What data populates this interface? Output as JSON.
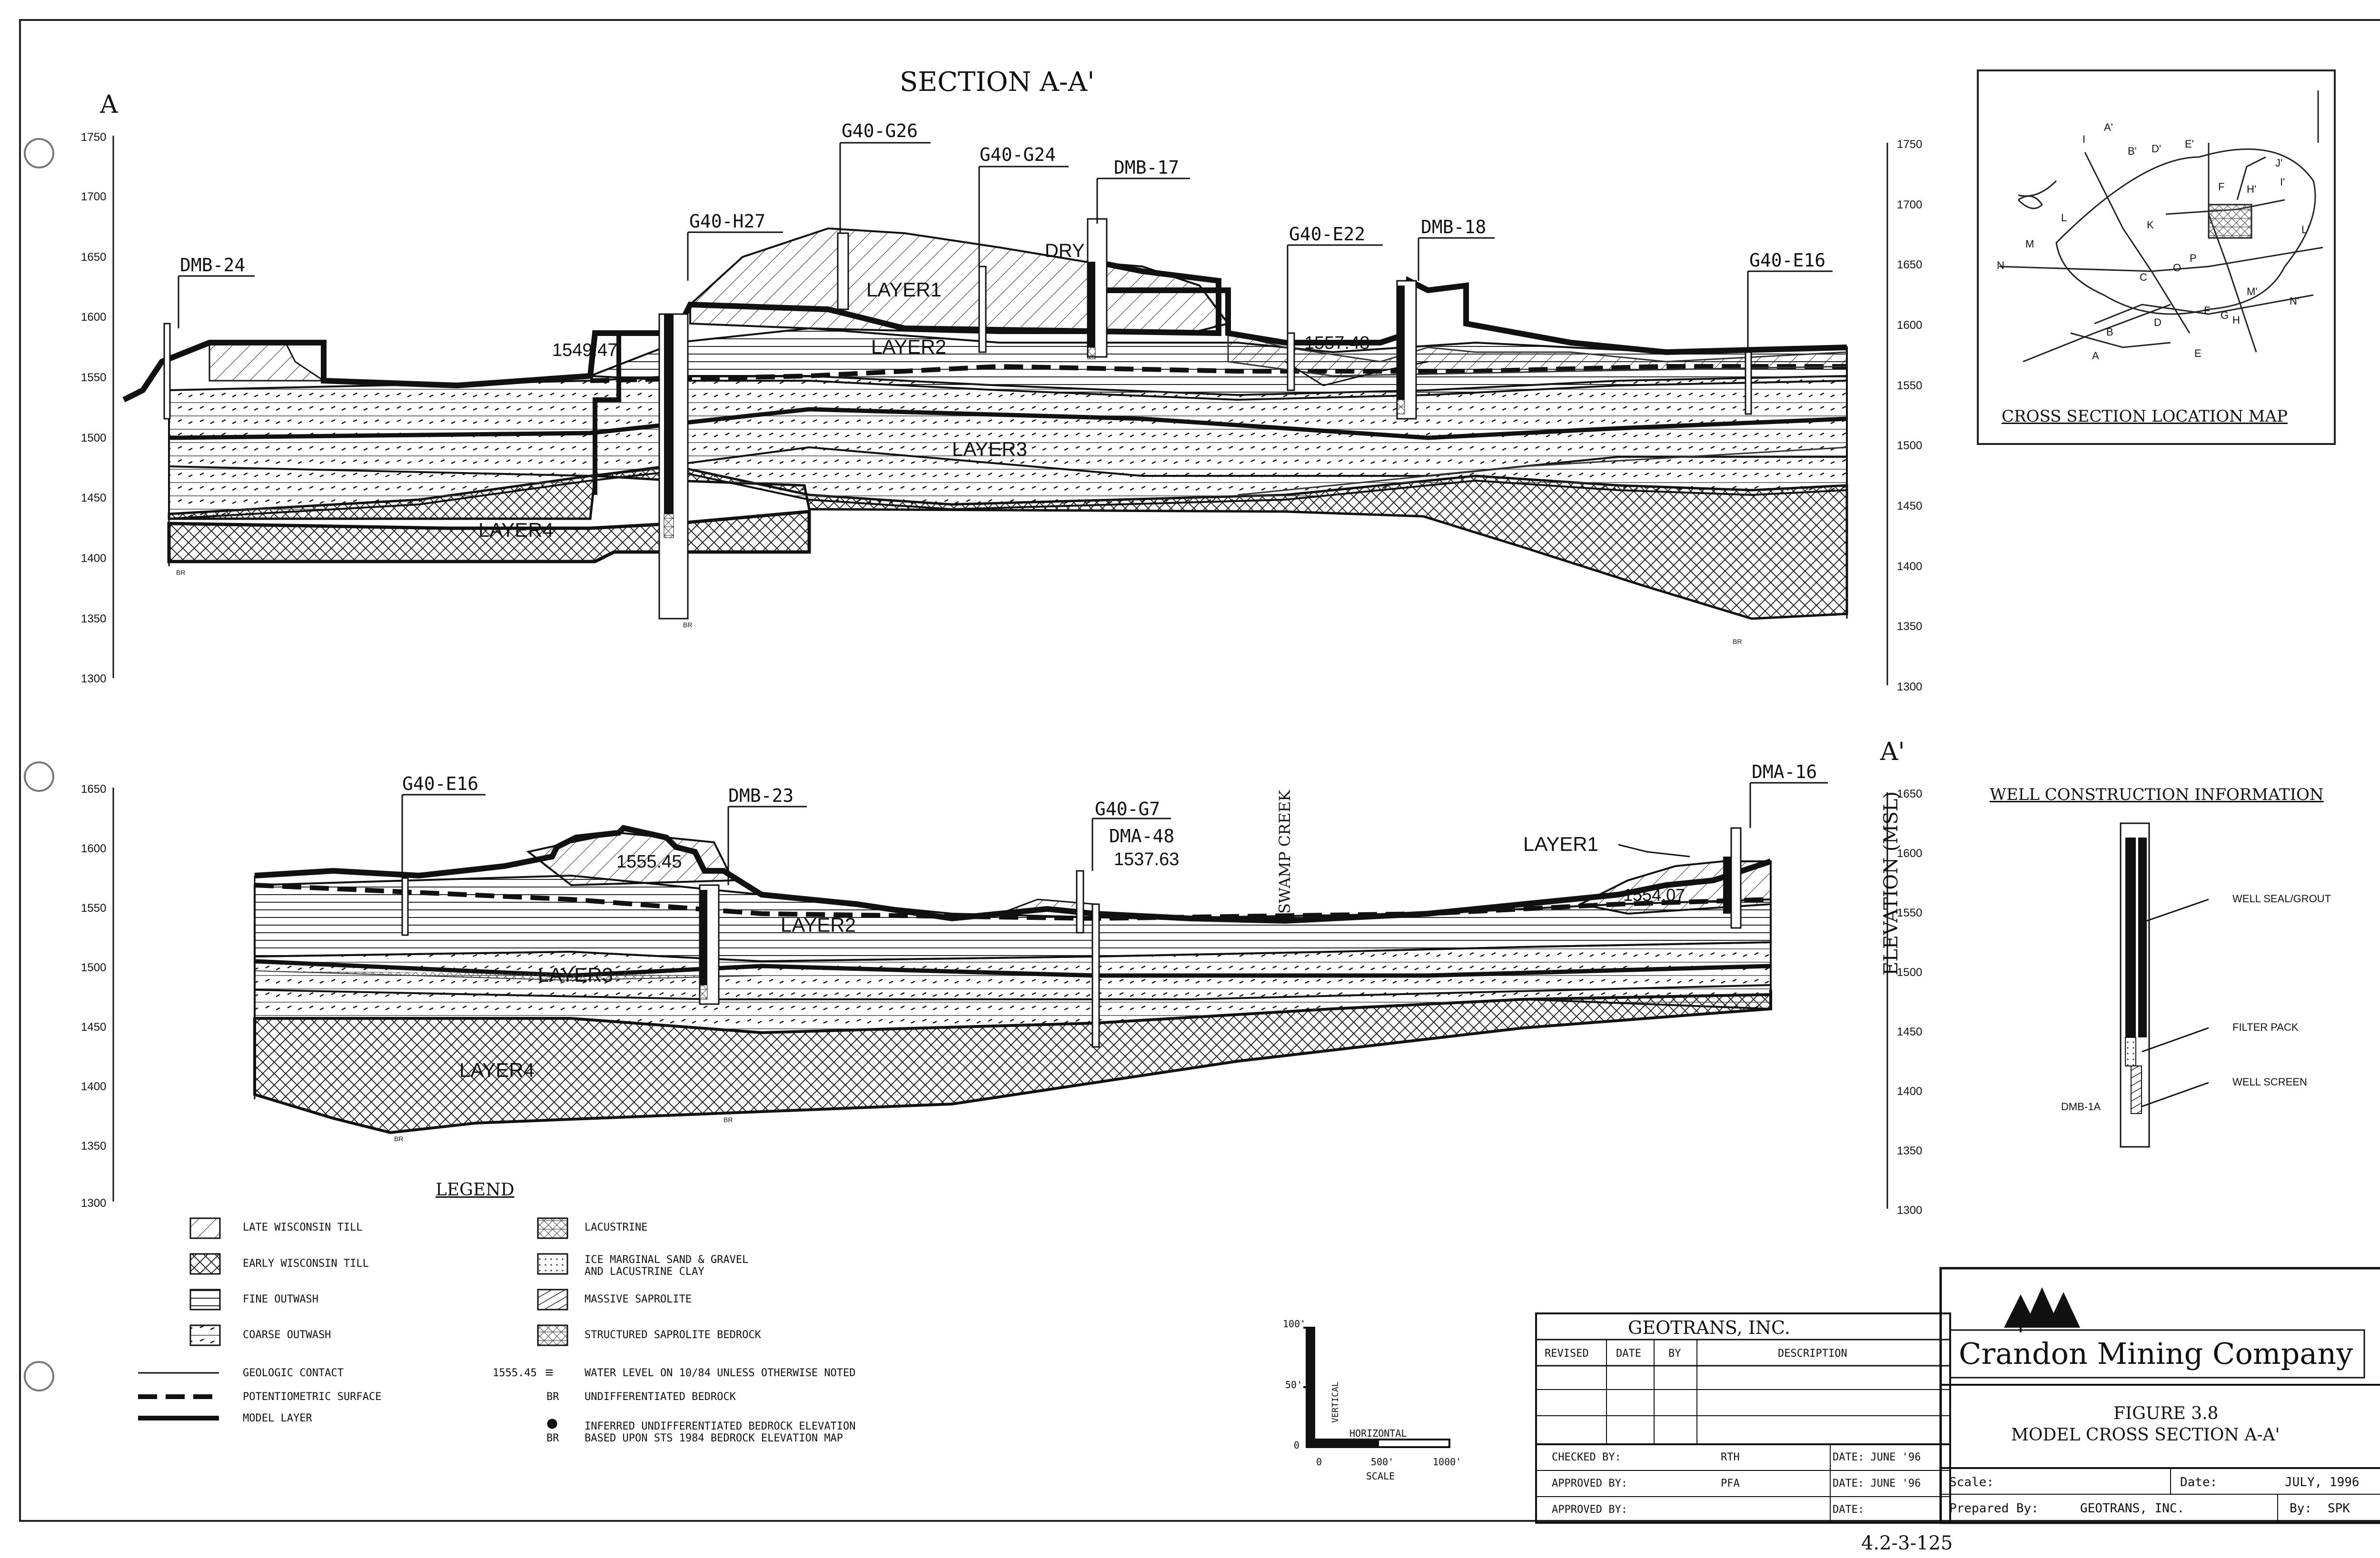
{
  "page_id": "4.2-3-125",
  "section": {
    "title": "SECTION A-A'",
    "left_label": "A",
    "right_label": "A'",
    "top_axis_ticks": [
      "1750",
      "1700",
      "1650",
      "1600",
      "1550",
      "1500",
      "1450",
      "1400",
      "1350",
      "1300"
    ],
    "bottom_axis_ticks": [
      "1650",
      "1600",
      "1550",
      "1500",
      "1450",
      "1400",
      "1350",
      "1300"
    ],
    "elevation_label": "ELEVATION (MSL)"
  },
  "upper_profile": {
    "wells": [
      "DMB-24",
      "G40-H27",
      "G40-G26",
      "G40-G24",
      "DMB-17",
      "G40-E22",
      "DMB-18",
      "G40-E16"
    ],
    "dry_label": "DRY",
    "layers": [
      "LAYER1",
      "LAYER2",
      "LAYER3",
      "LAYER4"
    ],
    "water_levels": [
      "1549.47",
      "1557.48"
    ],
    "br_mark": "BR"
  },
  "lower_profile": {
    "wells": [
      "G40-E16",
      "DMB-23",
      "G40-G7",
      "DMA-48",
      "DMA-16"
    ],
    "creek": "SWAMP CREEK",
    "layers": [
      "LAYER1",
      "LAYER2",
      "LAYER3",
      "LAYER4"
    ],
    "water_levels": [
      "1555.45",
      "1537.63",
      "1554.07"
    ],
    "br_mark": "BR"
  },
  "location_map": {
    "title": "CROSS SECTION LOCATION MAP",
    "labels": [
      "A'",
      "I",
      "B'",
      "D'",
      "E'",
      "J'",
      "I'",
      "H'",
      "L",
      "F",
      "L'",
      "M",
      "K",
      "N",
      "C",
      "O",
      "P",
      "M'",
      "N'",
      "B",
      "D",
      "F",
      "G",
      "H",
      "E",
      "A"
    ]
  },
  "well_construction": {
    "title": "WELL CONSTRUCTION INFORMATION",
    "labels": [
      "WELL SEAL/GROUT",
      "FILTER PACK",
      "WELL SCREEN"
    ],
    "well_name": "DMB-1A"
  },
  "legend": {
    "title": "LEGEND",
    "left_items": [
      "LATE WISCONSIN TILL",
      "EARLY WISCONSIN TILL",
      "FINE OUTWASH",
      "COARSE OUTWASH",
      "GEOLOGIC CONTACT",
      "POTENTIOMETRIC SURFACE",
      "MODEL LAYER"
    ],
    "right_items": [
      "LACUSTRINE",
      "ICE MARGINAL SAND & GRAVEL",
      "AND LACUSTRINE CLAY",
      "MASSIVE SAPROLITE",
      "STRUCTURED SAPROLITE BEDROCK",
      "WATER LEVEL ON 10/84 UNLESS OTHERWISE NOTED",
      "UNDIFFERENTIATED BEDROCK",
      "INFERRED UNDIFFERENTIATED BEDROCK ELEVATION",
      "BASED UPON STS 1984 BEDROCK ELEVATION MAP"
    ],
    "water_value": "1555.45",
    "br": "BR"
  },
  "scale_bar": {
    "vertical_label": "VERTICAL",
    "horizontal_label": "HORIZONTAL",
    "scale_label": "SCALE",
    "v_ticks": [
      "100'",
      "50'",
      "0"
    ],
    "h_ticks": [
      "0",
      "500'",
      "1000'"
    ]
  },
  "title_block": {
    "consultant": "GEOTRANS, INC.",
    "rev_headers": [
      "REVISED",
      "DATE",
      "BY",
      "DESCRIPTION"
    ],
    "checked_by_label": "CHECKED BY:",
    "checked_by": "RTH",
    "checked_date": "DATE: JUNE '96",
    "approved_by_label": "APPROVED BY:",
    "approved_by": "PFA",
    "approved_date": "DATE: JUNE '96",
    "approved_by2_label": "APPROVED BY:",
    "approved_date2": "DATE:",
    "company": "Crandon Mining Company",
    "figure_no": "FIGURE 3.8",
    "figure_title": "MODEL CROSS SECTION A-A'",
    "scale_label": "Scale:",
    "date_label": "Date:",
    "date": "JULY, 1996",
    "prepared_label": "Prepared By:",
    "prepared_by": "GEOTRANS, INC.",
    "by_label": "By:",
    "by": "SPK"
  }
}
